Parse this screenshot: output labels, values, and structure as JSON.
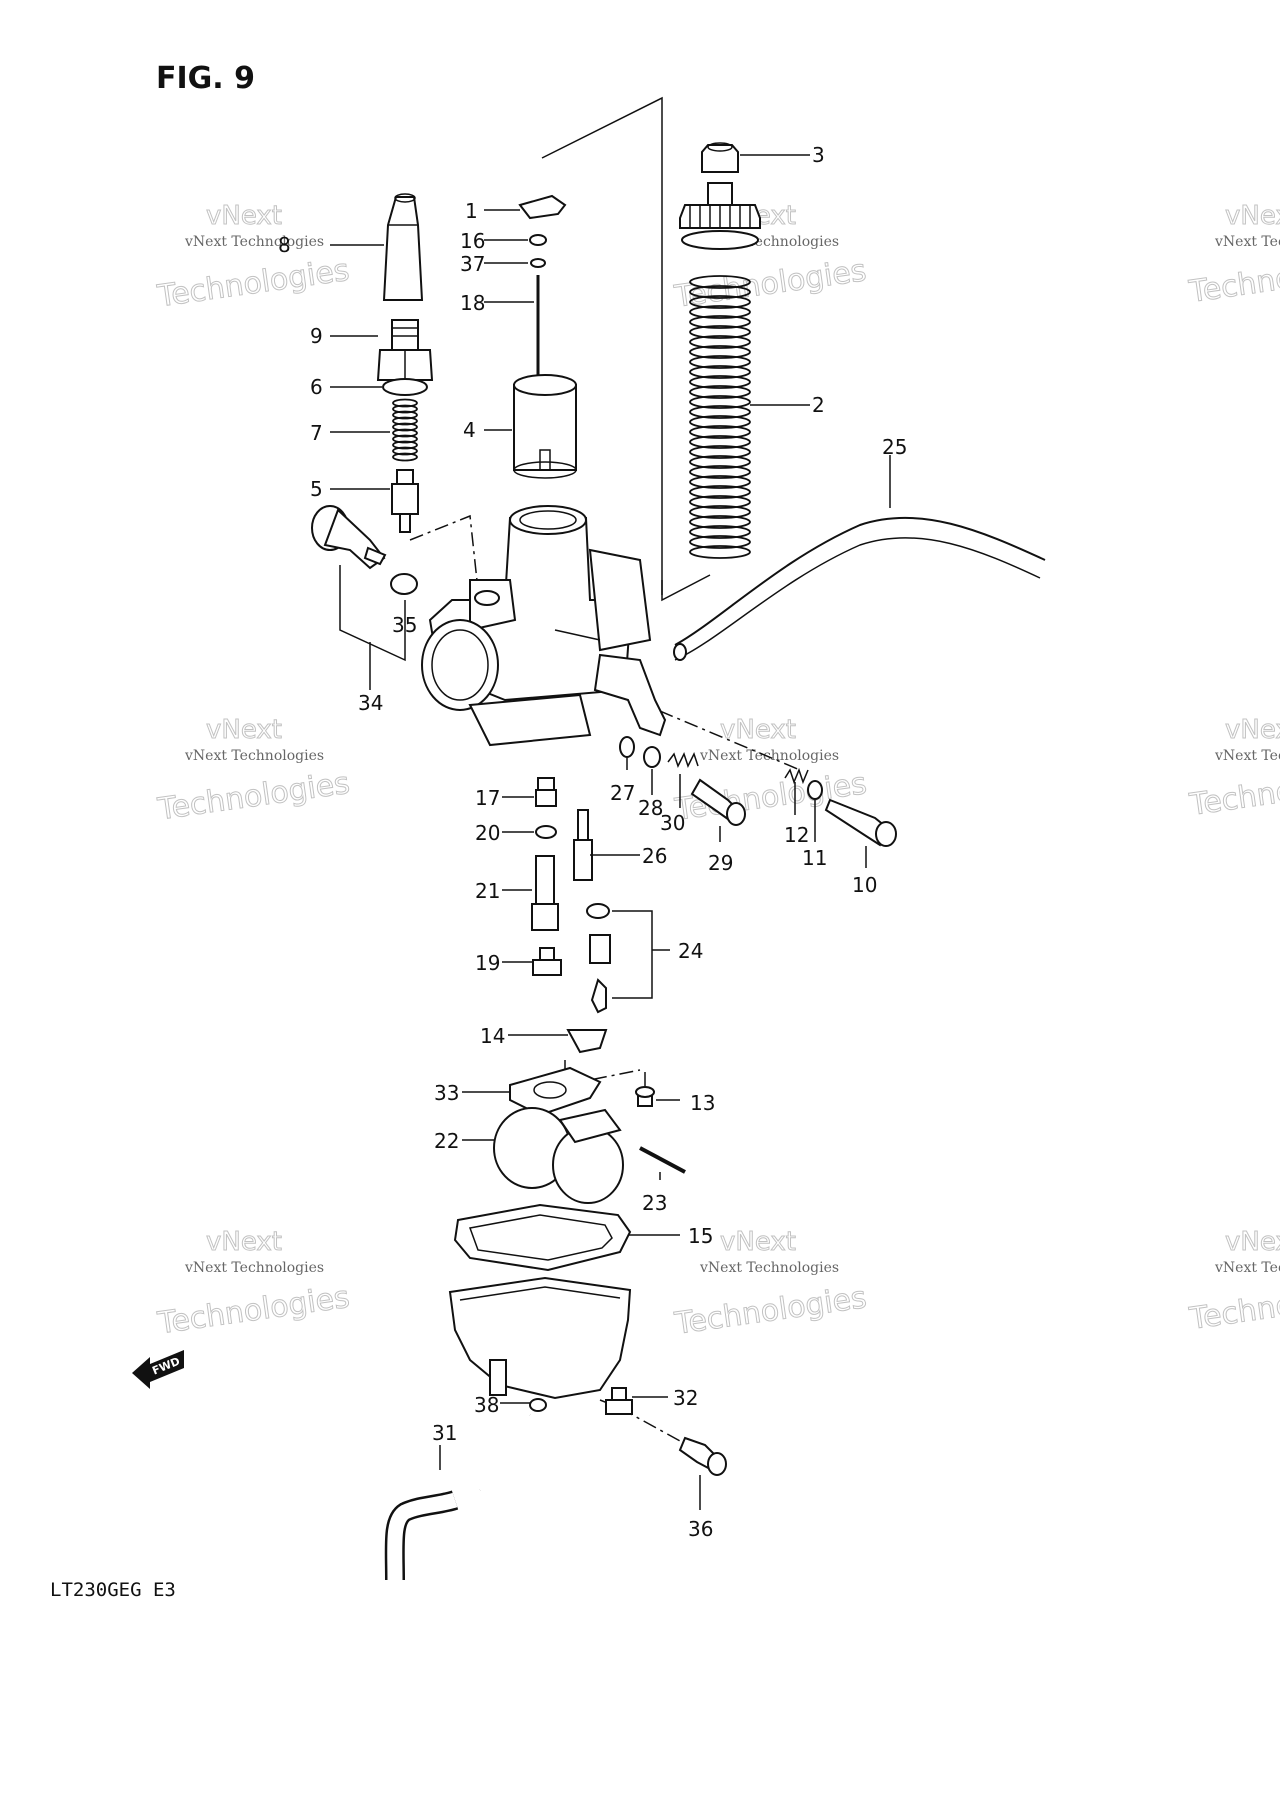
{
  "figure": {
    "title": "FIG. 9",
    "model_code": "LT230GEG  E3",
    "direction_label": "FWD"
  },
  "watermark": {
    "text": "vNext Technologies",
    "top_word": "vNext",
    "big_word": "Technologies"
  },
  "callouts": [
    {
      "id": "1",
      "text": "1"
    },
    {
      "id": "2",
      "text": "2"
    },
    {
      "id": "3",
      "text": "3"
    },
    {
      "id": "4",
      "text": "4"
    },
    {
      "id": "5",
      "text": "5"
    },
    {
      "id": "6",
      "text": "6"
    },
    {
      "id": "7",
      "text": "7"
    },
    {
      "id": "8",
      "text": "8"
    },
    {
      "id": "9",
      "text": "9"
    },
    {
      "id": "10",
      "text": "10"
    },
    {
      "id": "11",
      "text": "11"
    },
    {
      "id": "12",
      "text": "12"
    },
    {
      "id": "13",
      "text": "13"
    },
    {
      "id": "14",
      "text": "14"
    },
    {
      "id": "15",
      "text": "15"
    },
    {
      "id": "16",
      "text": "16"
    },
    {
      "id": "17",
      "text": "17"
    },
    {
      "id": "18",
      "text": "18"
    },
    {
      "id": "19",
      "text": "19"
    },
    {
      "id": "20",
      "text": "20"
    },
    {
      "id": "21",
      "text": "21"
    },
    {
      "id": "22",
      "text": "22"
    },
    {
      "id": "23",
      "text": "23"
    },
    {
      "id": "24",
      "text": "24"
    },
    {
      "id": "25",
      "text": "25"
    },
    {
      "id": "26",
      "text": "26"
    },
    {
      "id": "27",
      "text": "27"
    },
    {
      "id": "28",
      "text": "28"
    },
    {
      "id": "29",
      "text": "29"
    },
    {
      "id": "30",
      "text": "30"
    },
    {
      "id": "31",
      "text": "31"
    },
    {
      "id": "32",
      "text": "32"
    },
    {
      "id": "33",
      "text": "33"
    },
    {
      "id": "34",
      "text": "34"
    },
    {
      "id": "35",
      "text": "35"
    },
    {
      "id": "36",
      "text": "36"
    },
    {
      "id": "37",
      "text": "37"
    },
    {
      "id": "38",
      "text": "38"
    }
  ]
}
